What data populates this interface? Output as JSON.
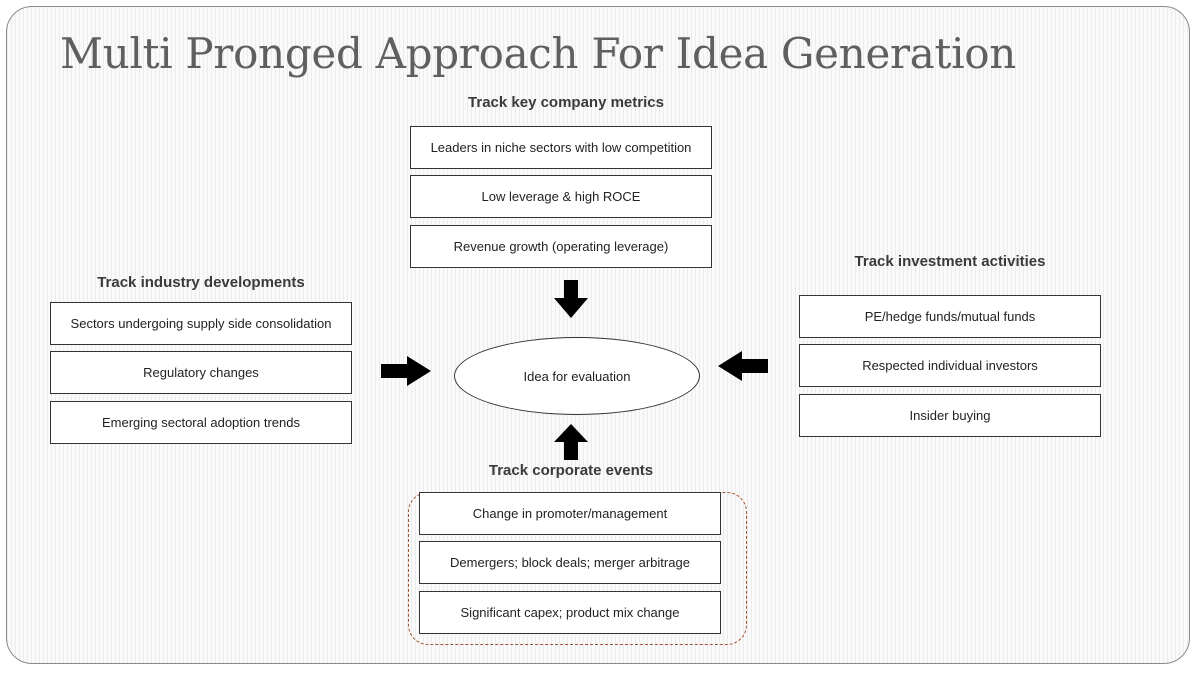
{
  "title": "Multi Pronged Approach For Idea Generation",
  "center_node": "Idea for evaluation",
  "groups": {
    "company_metrics": {
      "heading": "Track key company metrics",
      "items": [
        "Leaders in niche sectors with low competition",
        "Low leverage & high ROCE",
        "Revenue growth (operating leverage)"
      ]
    },
    "industry_developments": {
      "heading": "Track industry developments",
      "items": [
        "Sectors undergoing supply side consolidation",
        "Regulatory changes",
        "Emerging sectoral adoption trends"
      ]
    },
    "investment_activities": {
      "heading": "Track investment activities",
      "items": [
        "PE/hedge funds/mutual funds",
        "Respected individual investors",
        "Insider buying"
      ]
    },
    "corporate_events": {
      "heading": "Track corporate events",
      "items": [
        "Change in promoter/management",
        "Demergers; block deals; merger arbitrage",
        "Significant capex; product mix change"
      ]
    }
  },
  "colors": {
    "title": "#5f5f5f",
    "box_border": "#333333",
    "events_group_border": "#a0522d",
    "arrow": "#000000"
  }
}
